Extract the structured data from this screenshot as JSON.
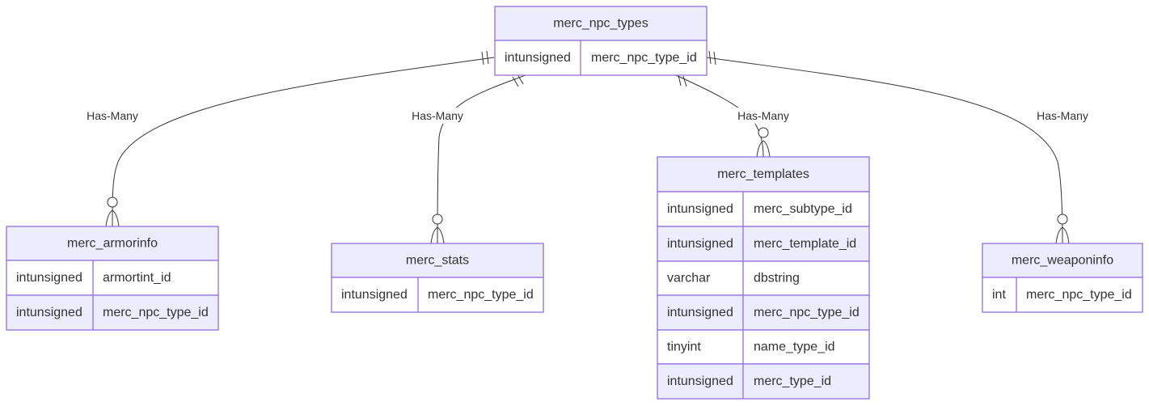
{
  "entities": {
    "merc_npc_types": {
      "name": "merc_npc_types",
      "attributes": [
        {
          "type": "intunsigned",
          "name": "merc_npc_type_id"
        }
      ]
    },
    "merc_armorinfo": {
      "name": "merc_armorinfo",
      "attributes": [
        {
          "type": "intunsigned",
          "name": "armortint_id"
        },
        {
          "type": "intunsigned",
          "name": "merc_npc_type_id"
        }
      ]
    },
    "merc_stats": {
      "name": "merc_stats",
      "attributes": [
        {
          "type": "intunsigned",
          "name": "merc_npc_type_id"
        }
      ]
    },
    "merc_templates": {
      "name": "merc_templates",
      "attributes": [
        {
          "type": "intunsigned",
          "name": "merc_subtype_id"
        },
        {
          "type": "intunsigned",
          "name": "merc_template_id"
        },
        {
          "type": "varchar",
          "name": "dbstring"
        },
        {
          "type": "intunsigned",
          "name": "merc_npc_type_id"
        },
        {
          "type": "tinyint",
          "name": "name_type_id"
        },
        {
          "type": "intunsigned",
          "name": "merc_type_id"
        }
      ]
    },
    "merc_weaponinfo": {
      "name": "merc_weaponinfo",
      "attributes": [
        {
          "type": "int",
          "name": "merc_npc_type_id"
        }
      ]
    }
  },
  "relationships": [
    {
      "from": "merc_npc_types",
      "to": "merc_armorinfo",
      "label": "Has-Many"
    },
    {
      "from": "merc_npc_types",
      "to": "merc_stats",
      "label": "Has-Many"
    },
    {
      "from": "merc_npc_types",
      "to": "merc_templates",
      "label": "Has-Many"
    },
    {
      "from": "merc_npc_types",
      "to": "merc_weaponinfo",
      "label": "Has-Many"
    }
  ],
  "colors": {
    "entity_fill": "#ECECFF",
    "entity_stroke": "#9370DB",
    "text": "#333333",
    "line": "#333333"
  }
}
